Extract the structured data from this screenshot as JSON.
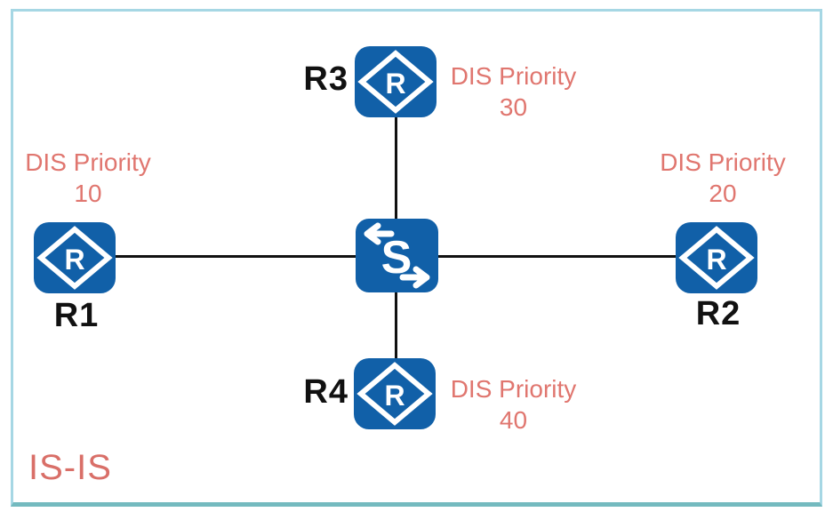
{
  "diagram": {
    "title": "IS-IS",
    "type": "network-topology",
    "switch": {
      "glyph": "S",
      "icon": "switch-icon"
    },
    "router_glyph": "R",
    "routers": [
      {
        "name": "R1",
        "priority_label": "DIS Priority",
        "priority": "10",
        "position": "left"
      },
      {
        "name": "R2",
        "priority_label": "DIS Priority",
        "priority": "20",
        "position": "right"
      },
      {
        "name": "R3",
        "priority_label": "DIS Priority",
        "priority": "30",
        "position": "top"
      },
      {
        "name": "R4",
        "priority_label": "DIS Priority",
        "priority": "40",
        "position": "bottom"
      }
    ],
    "links": [
      {
        "from": "R1",
        "to": "R2",
        "via": "S",
        "orientation": "horizontal"
      },
      {
        "from": "R3",
        "to": "R4",
        "via": "S",
        "orientation": "vertical"
      }
    ],
    "colors": {
      "node_blue": "#1160a8",
      "priority_text": "#e0766f",
      "title_text": "#d96f68",
      "link_line": "#111111",
      "frame_border": "#a6d7e4",
      "frame_border_bottom": "#74babf"
    }
  }
}
